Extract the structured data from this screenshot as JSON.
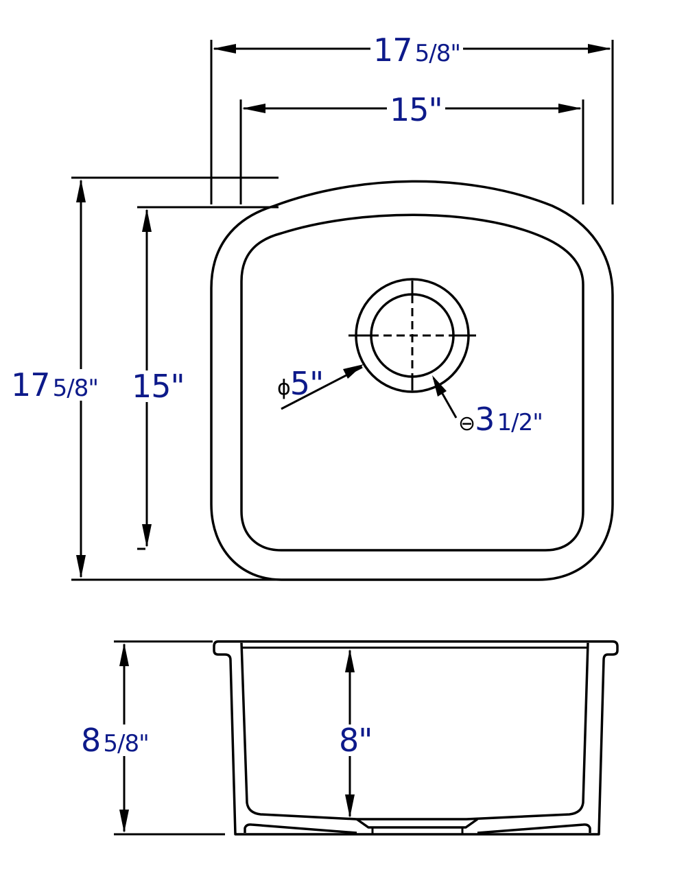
{
  "drawing": {
    "title": "Undermount sink dimension drawing",
    "line_color": "#000000",
    "label_color": "#0d1a8a",
    "top_view": {
      "overall_width": {
        "whole": "17",
        "fraction": "5/8\""
      },
      "bowl_width": {
        "whole": "15\"",
        "fraction": ""
      },
      "overall_depth": {
        "whole": "17",
        "fraction": "5/8\""
      },
      "bowl_depth": {
        "whole": "15\"",
        "fraction": ""
      },
      "drain_outer_diameter": {
        "symbol": "ϕ",
        "value": "5\""
      },
      "drain_inner_diameter": {
        "symbol": "⊖",
        "whole": "3",
        "fraction": "1/2\""
      }
    },
    "side_view": {
      "overall_height": {
        "whole": "8",
        "fraction": "5/8\""
      },
      "bowl_height": {
        "whole": "8\"",
        "fraction": ""
      }
    }
  }
}
